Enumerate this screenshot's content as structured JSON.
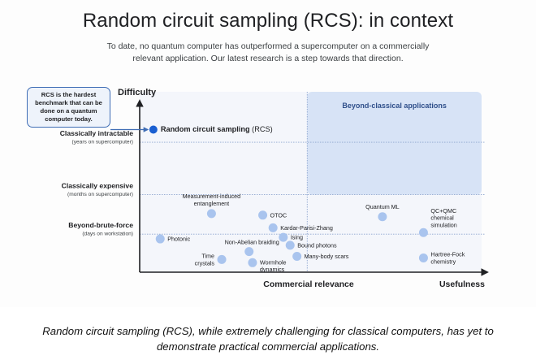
{
  "header": {
    "title": "Random circuit sampling (RCS): in context",
    "subtitle_lines": [
      "To date, no quantum computer has outperformed a supercomputer on a commercially",
      "relevant application. Our latest research is a step towards that direction."
    ]
  },
  "callout": {
    "lines": [
      "RCS is the hardest",
      "benchmark that can be",
      "done on a quantum",
      "computer today."
    ]
  },
  "colors": {
    "accent": "#1a5fd1",
    "point": "#a9c4ee",
    "region": "#d7e3f6",
    "plot_bg": "#f4f6fb",
    "axis": "#202124",
    "region_label": "#2f4f8a"
  },
  "chart_data": {
    "type": "scatter",
    "title": "Random circuit sampling (RCS): in context",
    "ylabel": "Difficulty",
    "xlabels": [
      "Commercial relevance",
      "Usefulness"
    ],
    "xlim": [
      0,
      100
    ],
    "ylim": [
      0,
      100
    ],
    "grid": "dotted",
    "y_levels": [
      {
        "label": "Classically intractable",
        "sublabel": "(years on supercomputer)",
        "y": 82
      },
      {
        "label": "Classically expensive",
        "sublabel": "(months on supercomputer)",
        "y": 49
      },
      {
        "label": "Beyond-brute-force",
        "sublabel": "(days on workstation)",
        "y": 24
      }
    ],
    "region": {
      "label": "Beyond-classical applications",
      "x_from": 49,
      "x_to": 100,
      "y_from": 49,
      "y_to": 100
    },
    "region_divider_x": 49,
    "points": [
      {
        "name": "Random circuit sampling",
        "suffix": " (RCS)",
        "x": 4,
        "y": 90,
        "highlight": true,
        "label_pos": "right"
      },
      {
        "name": "Measurement-induced",
        "name2": "entanglement",
        "x": 21,
        "y": 37,
        "label_pos": "above"
      },
      {
        "name": "OTOC",
        "x": 36,
        "y": 36,
        "label_pos": "right"
      },
      {
        "name": "Kardar-Parisi-Zhang",
        "x": 39,
        "y": 28,
        "label_pos": "right"
      },
      {
        "name": "Ising",
        "x": 42,
        "y": 22,
        "label_pos": "right"
      },
      {
        "name": "Bound photons",
        "x": 44,
        "y": 17,
        "label_pos": "right"
      },
      {
        "name": "Photonic",
        "x": 6,
        "y": 21,
        "label_pos": "right"
      },
      {
        "name": "Non-Abelian braiding",
        "x": 32,
        "y": 13,
        "label_pos": "above-left"
      },
      {
        "name": "Time",
        "name2": "crystals",
        "x": 24,
        "y": 8,
        "label_pos": "left"
      },
      {
        "name": "Wormhole",
        "name2": "dynamics",
        "x": 33,
        "y": 6,
        "label_pos": "right-below"
      },
      {
        "name": "Many-body scars",
        "x": 46,
        "y": 10,
        "label_pos": "right"
      },
      {
        "name": "Quantum ML",
        "x": 71,
        "y": 35,
        "label_pos": "above"
      },
      {
        "name": "QC+QMC",
        "name2": "chemical",
        "name3": "simulation",
        "x": 83,
        "y": 25,
        "label_pos": "right-above"
      },
      {
        "name": "Hartree-Fock",
        "name2": "chemistry",
        "x": 83,
        "y": 9,
        "label_pos": "right"
      }
    ]
  },
  "caption": {
    "lines": [
      "Random circuit sampling (RCS), while extremely challenging for classical computers, has yet to",
      "demonstrate practical commercial applications."
    ]
  }
}
